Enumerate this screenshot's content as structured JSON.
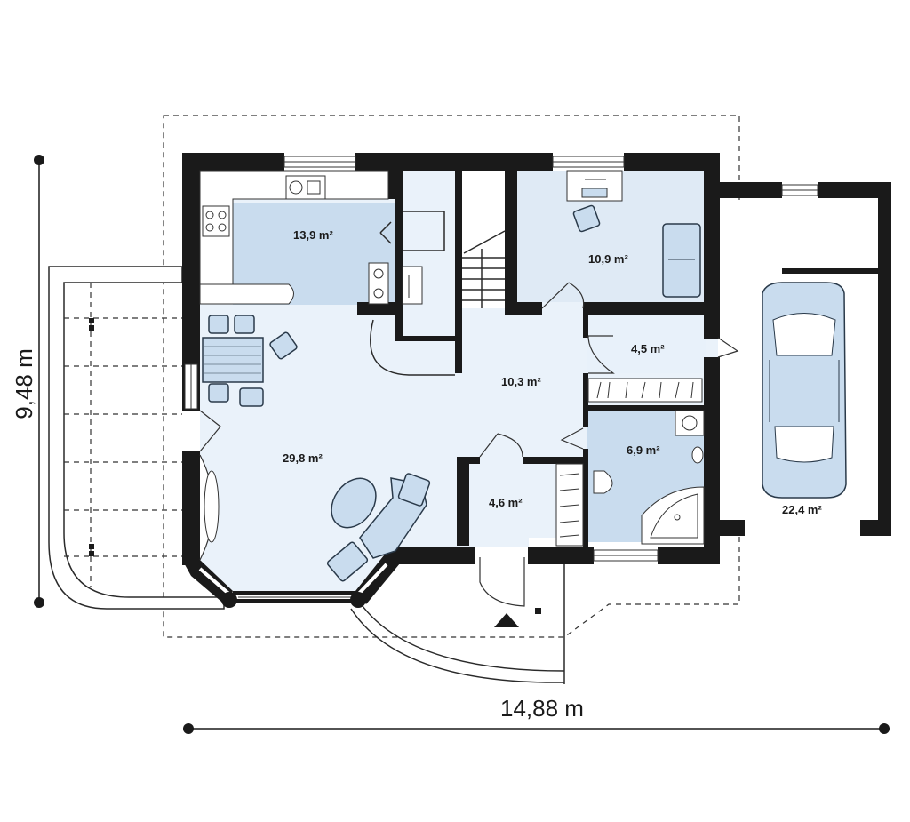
{
  "dimensions": {
    "width_label": "14,88 m",
    "height_label": "9,48 m"
  },
  "rooms": {
    "kitchen": "13,9 m²",
    "study": "10,9 m²",
    "utility": "4,5 m²",
    "hall": "10,3 m²",
    "living": "29,8 m²",
    "bathroom": "6,9 m²",
    "entry": "4,6 m²",
    "garage": "22,4 m²"
  },
  "colors": {
    "wall": "#1a1a1a",
    "floor_light": "#eaf2fa",
    "floor_accent": "#c9dcee",
    "terrace": "#ffffff"
  }
}
